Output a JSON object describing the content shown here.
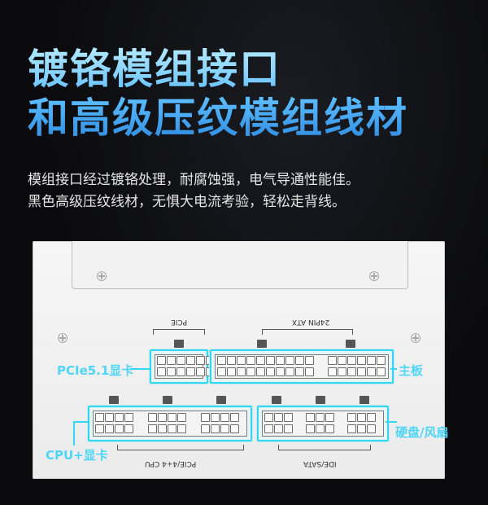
{
  "headline": {
    "line1": "镀铬模组接口",
    "line2": "和高级压纹模组线材"
  },
  "description": {
    "line1": "模组接口经过镀铬处理，耐腐蚀强，电气导通性能佳。",
    "line2": "黑色高级压纹线材，无惧大电流考验，轻松走背线。"
  },
  "ports": {
    "pcie_top": "PCIE",
    "atx": "24PIN ATX",
    "pcie_cpu": "PCIE/4+4 CPU",
    "ide_sata": "IDE/SATA"
  },
  "callouts": {
    "pcie51": "PCIe5.1显卡",
    "mainboard": "主板",
    "cpu_gpu": "CPU+显卡",
    "disk_fan": "硬盘/风扇"
  },
  "colors": {
    "accent": "#33d7f2",
    "headline": "#5bbcff"
  }
}
